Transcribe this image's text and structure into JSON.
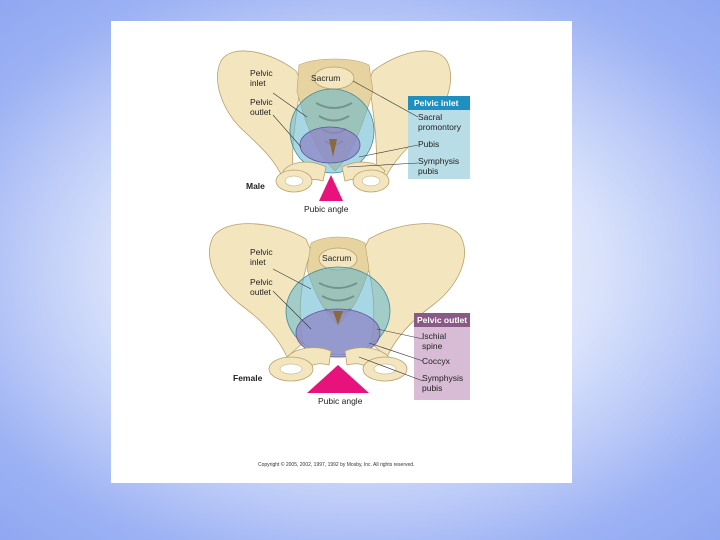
{
  "male": {
    "pelvic_inlet_label": "Pelvic\ninlet",
    "pelvic_outlet_label": "Pelvic\noutlet",
    "sacrum_label": "Sacrum",
    "sex_label": "Male",
    "pubic_angle_label": "Pubic angle",
    "legend": {
      "header": "Pelvic inlet",
      "header_color": "#1f8fbf",
      "box_color": "#b9dde6",
      "items": [
        "Sacral\npromontory",
        "Pubis",
        "Symphysis\npubis"
      ]
    }
  },
  "female": {
    "pelvic_inlet_label": "Pelvic\ninlet",
    "pelvic_outlet_label": "Pelvic\noutlet",
    "sacrum_label": "Sacrum",
    "sex_label": "Female",
    "pubic_angle_label": "Pubic angle",
    "legend": {
      "header": "Pelvic outlet",
      "header_color": "#8a5a86",
      "box_color": "#d8bcd6",
      "items": [
        "Ischial\nspine",
        "Coccyx",
        "Symphysis\npubis"
      ]
    }
  },
  "colors": {
    "inlet_fill": "#5fb6cf",
    "outlet_fill": "#8f86c6",
    "pubic_angle_fill": "#e8127d"
  },
  "copyright": "Copyright © 2005, 2002, 1997, 1992 by Mosby, Inc. All rights reserved."
}
